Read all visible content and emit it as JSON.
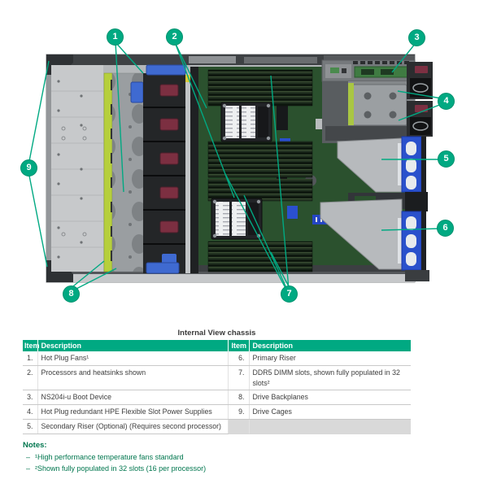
{
  "figure": {
    "callouts": [
      "1",
      "2",
      "3",
      "4",
      "5",
      "6",
      "7",
      "8",
      "9"
    ]
  },
  "table": {
    "title": "Internal View chassis",
    "headers": [
      "Item",
      "Description",
      "Item",
      "Description"
    ],
    "rows": [
      [
        "1.",
        "Hot Plug Fans¹",
        "6.",
        "Primary Riser"
      ],
      [
        "2.",
        "Processors and heatsinks shown",
        "7.",
        "DDR5 DIMM slots, shown fully populated in 32 slots²"
      ],
      [
        "3.",
        "NS204i-u Boot Device",
        "8.",
        "Drive Backplanes"
      ],
      [
        "4.",
        "Hot Plug redundant HPE Flexible Slot Power Supplies",
        "9.",
        "Drive Cages"
      ],
      [
        "5.",
        "Secondary Riser (Optional) (Requires second processor)",
        "",
        ""
      ]
    ],
    "notes_label": "Notes:",
    "notes": [
      {
        "dash": "–",
        "text": "¹High performance temperature fans standard"
      },
      {
        "dash": "–",
        "text": "²Shown fully populated in 32 slots (16 per processor)"
      }
    ]
  },
  "colors": {
    "hpe_green": "#00A982",
    "note_green": "#00764E",
    "callout_line": "#00A982"
  }
}
